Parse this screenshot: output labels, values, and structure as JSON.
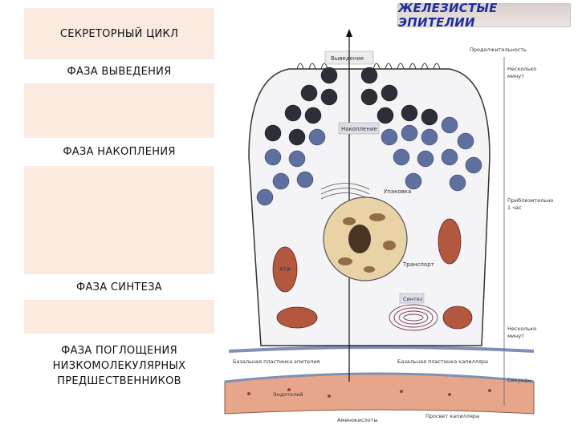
{
  "left_panel": {
    "title": "СЕКРЕТОРНЫЙ  ЦИКЛ",
    "phase_excretion": "ФАЗА   ВЫВЕДЕНИЯ",
    "phase_accumulation": "ФАЗА  НАКОПЛЕНИЯ",
    "phase_synthesis": "ФАЗА   СИНТЕЗА",
    "phase_uptake_line1": "ФАЗА  ПОГЛОЩЕНИЯ",
    "phase_uptake_line2": "НИЗКОМОЛЕКУЛЯРНЫХ",
    "phase_uptake_line3": "ПРЕДШЕСТВЕННИКОВ"
  },
  "header": {
    "title": "ЖЕЛЕЗИСТЫЕ ЭПИТЕЛИИ"
  },
  "diagram": {
    "labels": {
      "excretion": "Выведение",
      "accumulation": "Накопление",
      "packaging": "Упаковка",
      "transport": "Транспорт",
      "synthesis": "Синтез",
      "atp": "АТФ",
      "basal_lamina_epithelium": "Базальная пластинка эпителия",
      "basal_lamina_capillary": "Базальная пластинка капилляра",
      "endothelium": "Эндотелий",
      "amino_acids": "Аминокислоты",
      "capillary_lumen": "Просвет капилляра"
    },
    "timeline": {
      "heading": "Продолжительность",
      "few_minutes_top_1": "Несколько",
      "few_minutes_top_2": "минут",
      "tens_minutes_1": "Приблизительно",
      "tens_minutes_2": "1 час",
      "few_minutes_bottom_1": "Несколько",
      "few_minutes_bottom_2": "минут",
      "seconds": "Секунды"
    },
    "colors": {
      "dark_granule": "#2c2f38",
      "blue_granule": "#5f6f9e",
      "nucleus": "#e9d2a6",
      "mitochondrion": "#b3573f",
      "capillary": "#e7a68a"
    }
  }
}
